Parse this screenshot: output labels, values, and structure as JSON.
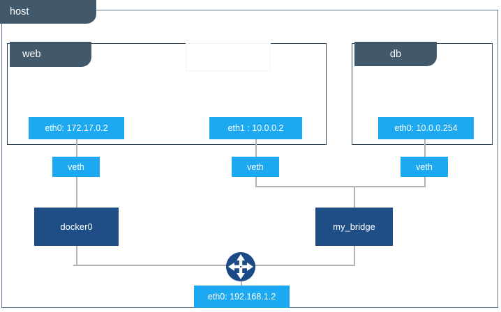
{
  "diagram": {
    "title": "host",
    "type": "network-topology",
    "colors": {
      "tab_slate": "#42586b",
      "container_border": "#2f4558",
      "interface_cyan": "#1ca9f2",
      "bridge_navy": "#1f4e87",
      "line_gray": "#b3b3b3",
      "frame_border": "#5b7391"
    }
  },
  "host": {
    "label": "host",
    "host_interface": {
      "label": "eth0: 192.168.1.2",
      "name": "eth0",
      "address": "192.168.1.2"
    },
    "router_icon": "router-icon"
  },
  "containers": [
    {
      "name": "web",
      "label": "web",
      "interfaces": [
        {
          "label": "eth0: 172.17.0.2",
          "name": "eth0",
          "address": "172.17.0.2"
        },
        {
          "label": "eth1 : 10.0.0.2",
          "name": "eth1",
          "address": "10.0.0.2"
        }
      ]
    },
    {
      "name": "db",
      "label": "db",
      "interfaces": [
        {
          "label": "eth0: 10.0.0.254",
          "name": "eth0",
          "address": "10.0.0.254"
        }
      ]
    }
  ],
  "veths": [
    {
      "label": "veth",
      "attached_to": "docker0"
    },
    {
      "label": "veth",
      "attached_to": "my_bridge"
    },
    {
      "label": "veth",
      "attached_to": "my_bridge"
    }
  ],
  "bridges": [
    {
      "label": "docker0",
      "name": "docker0"
    },
    {
      "label": "my_bridge",
      "name": "my_bridge"
    }
  ]
}
